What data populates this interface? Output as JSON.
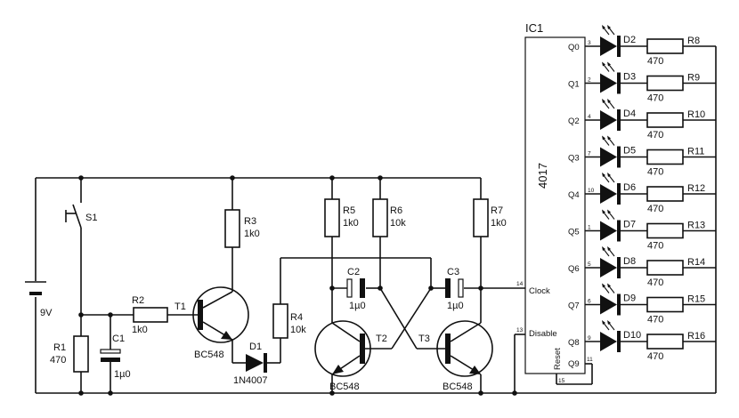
{
  "ic": {
    "name": "IC1",
    "part": "4017",
    "clock_label": "Clock",
    "clock_pin": "14",
    "disable_label": "Disable",
    "disable_pin": "13",
    "reset_label": "Reset",
    "reset_pin": "15",
    "q9_label": "Q9",
    "q9_pin": "11",
    "outputs": [
      {
        "q": "Q0",
        "pin": "3",
        "led": "D2",
        "res": "R8",
        "val": "470"
      },
      {
        "q": "Q1",
        "pin": "2",
        "led": "D3",
        "res": "R9",
        "val": "470"
      },
      {
        "q": "Q2",
        "pin": "4",
        "led": "D4",
        "res": "R10",
        "val": "470"
      },
      {
        "q": "Q3",
        "pin": "7",
        "led": "D5",
        "res": "R11",
        "val": "470"
      },
      {
        "q": "Q4",
        "pin": "10",
        "led": "D6",
        "res": "R12",
        "val": "470"
      },
      {
        "q": "Q5",
        "pin": "1",
        "led": "D7",
        "res": "R13",
        "val": "470"
      },
      {
        "q": "Q6",
        "pin": "5",
        "led": "D8",
        "res": "R14",
        "val": "470"
      },
      {
        "q": "Q7",
        "pin": "6",
        "led": "D9",
        "res": "R15",
        "val": "470"
      },
      {
        "q": "Q8",
        "pin": "9",
        "led": "D10",
        "res": "R16",
        "val": "470"
      }
    ]
  },
  "battery": {
    "value": "9V"
  },
  "switch": {
    "name": "S1"
  },
  "r1": {
    "name": "R1",
    "value": "470"
  },
  "r2": {
    "name": "R2",
    "value": "1k0"
  },
  "r3": {
    "name": "R3",
    "value": "1k0"
  },
  "r4": {
    "name": "R4",
    "value": "10k"
  },
  "r5": {
    "name": "R5",
    "value": "1k0"
  },
  "r6": {
    "name": "R6",
    "value": "10k"
  },
  "r7": {
    "name": "R7",
    "value": "1k0"
  },
  "c1": {
    "name": "C1",
    "value": "1µ0"
  },
  "c2": {
    "name": "C2",
    "value": "1µ0"
  },
  "c3": {
    "name": "C3",
    "value": "1µ0"
  },
  "d1": {
    "name": "D1",
    "part": "1N4007"
  },
  "t1": {
    "name": "T1",
    "part": "BC548"
  },
  "t2": {
    "name": "T2",
    "part": "BC548"
  },
  "t3": {
    "name": "T3",
    "part": "BC548"
  }
}
